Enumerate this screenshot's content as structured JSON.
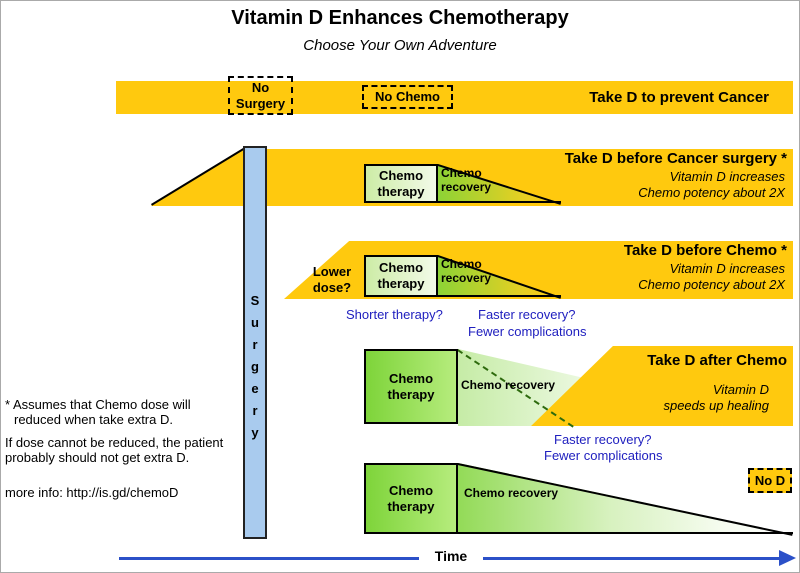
{
  "header": {
    "title": "Vitamin D Enhances Chemotherapy",
    "subtitle": "Choose Your Own Adventure"
  },
  "surgery_bar": {
    "label": "Surgery"
  },
  "prevent_row": {
    "no_surgery_label": "No Surgery",
    "no_chemo_label": "No Chemo",
    "title": "Take D to prevent Cancer"
  },
  "before_surgery_row": {
    "title": "Take D before Cancer surgery *",
    "chemo_therapy_label": "Chemo therapy",
    "chemo_recovery_label": "Chemo recovery",
    "note_line1": "Vitamin D increases",
    "note_line2": "Chemo potency about 2X"
  },
  "before_chemo_row": {
    "title": "Take D before Chemo *",
    "lower_dose_label": "Lower dose?",
    "chemo_therapy_label": "Chemo therapy",
    "chemo_recovery_label": "Chemo recovery",
    "note_line1": "Vitamin D increases",
    "note_line2": "Chemo potency about 2X",
    "question_shorter": "Shorter therapy?",
    "question_faster": "Faster recovery?",
    "question_fewer": "Fewer complications"
  },
  "after_chemo_row": {
    "title": "Take D after Chemo",
    "chemo_therapy_label": "Chemo therapy",
    "chemo_recovery_label": "Chemo recovery",
    "note_line1": "Vitamin D",
    "note_line2": "speeds up healing",
    "question_faster": "Faster recovery?",
    "question_fewer": "Fewer complications"
  },
  "no_d_row": {
    "chemo_therapy_label": "Chemo therapy",
    "chemo_recovery_label": "Chemo recovery",
    "no_d_label": "No D"
  },
  "footnotes": {
    "line1": "* Assumes that Chemo dose will",
    "line2": "reduced when take extra D.",
    "line3": "If dose cannot be reduced, the patient",
    "line4": "probably should not get extra D.",
    "more_info_label": "more info: ",
    "more_info_url": "http://is.gd/chemoD"
  },
  "time_axis": {
    "label": "Time"
  },
  "colors": {
    "band_yellow": "#FFC90E",
    "chemo_green": "#8CD846",
    "surgery_blue": "#A9CBEE",
    "question_blue": "#2020BF",
    "arrow_blue": "#2B50C8"
  }
}
